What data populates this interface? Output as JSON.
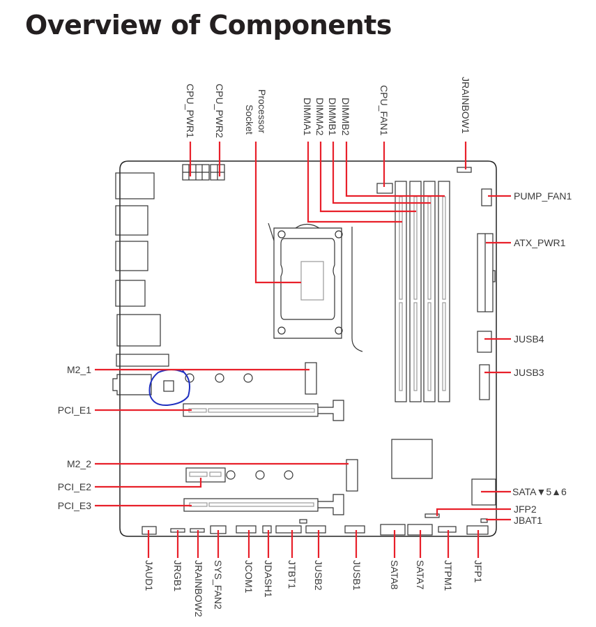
{
  "title": "Overview of Components",
  "accent_color": "#e8202a",
  "annotation_color": "#1f2fbf",
  "top_labels": [
    "CPU_PWR1",
    "CPU_PWR2",
    "Processor",
    "Socket",
    "DIMMA1",
    "DIMMA2",
    "DIMMB1",
    "DIMMB2",
    "CPU_FAN1",
    "JRAINBOW1"
  ],
  "right_labels": [
    "PUMP_FAN1",
    "ATX_PWR1",
    "JUSB4",
    "JUSB3",
    "SATA▼5▲6",
    "JFP2",
    "JBAT1"
  ],
  "left_labels": [
    "M2_1",
    "PCI_E1",
    "M2_2",
    "PCI_E2",
    "PCI_E3"
  ],
  "bottom_labels": [
    "JAUD1",
    "JRGB1",
    "JRAINBOW2",
    "SYS_FAN2",
    "JCOM1",
    "JDASH1",
    "JTBT1",
    "JUSB2",
    "JUSB1",
    "SATA8",
    "SATA7",
    "JTPM1",
    "JFP1"
  ]
}
